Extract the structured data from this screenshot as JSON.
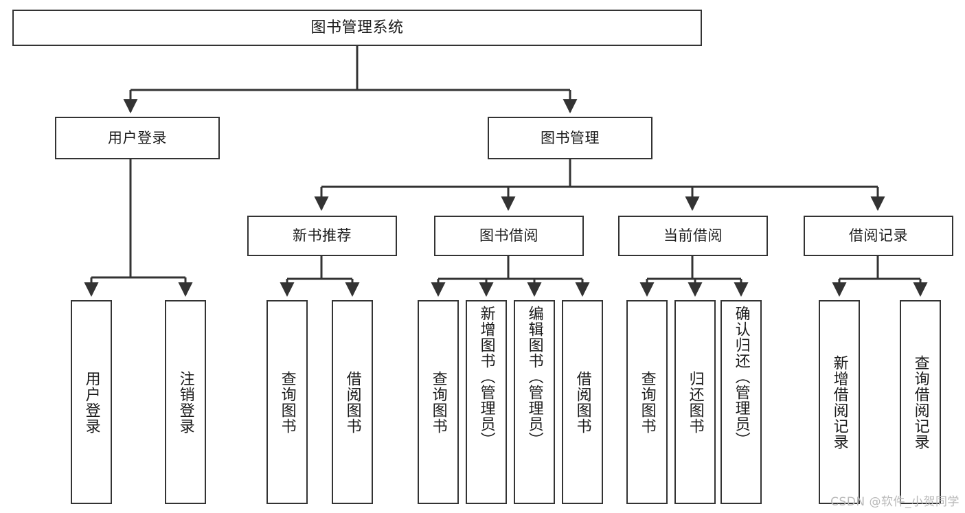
{
  "diagram": {
    "type": "tree-hierarchy",
    "title": "图书管理系统",
    "watermark": "CSDN @软件_小贺同学",
    "colors": {
      "box_border": "#333333",
      "box_fill": "#ffffff",
      "edge": "#333333",
      "text": "#1a1a1a",
      "watermark": "#b9b9b9"
    },
    "nodes": {
      "root": {
        "label": "图书管理系统"
      },
      "level2": [
        {
          "id": "user-login",
          "label": "用户登录"
        },
        {
          "id": "book-management",
          "label": "图书管理"
        }
      ],
      "level3": [
        {
          "id": "new-book-recommend",
          "label": "新书推荐"
        },
        {
          "id": "book-borrow",
          "label": "图书借阅"
        },
        {
          "id": "current-borrow",
          "label": "当前借阅"
        },
        {
          "id": "borrow-record",
          "label": "借阅记录"
        }
      ],
      "leaves": {
        "user_login": [
          {
            "id": "leaf-user-login",
            "label": "用户登录"
          },
          {
            "id": "leaf-logout-login",
            "label": "注销登录"
          }
        ],
        "new_book_recommend": [
          {
            "id": "leaf-query-book-1",
            "label": "查询图书"
          },
          {
            "id": "leaf-borrow-book-1",
            "label": "借阅图书"
          }
        ],
        "book_borrow": [
          {
            "id": "leaf-query-book-2",
            "label": "查询图书"
          },
          {
            "id": "leaf-add-book",
            "label": "新增图书（管理员）"
          },
          {
            "id": "leaf-edit-book",
            "label": "编辑图书（管理员）"
          },
          {
            "id": "leaf-borrow-book-2",
            "label": "借阅图书"
          }
        ],
        "current_borrow": [
          {
            "id": "leaf-query-book-3",
            "label": "查询图书"
          },
          {
            "id": "leaf-return-book",
            "label": "归还图书"
          },
          {
            "id": "leaf-confirm-return",
            "label": "确认归还（管理员）"
          }
        ],
        "borrow_record": [
          {
            "id": "leaf-add-record",
            "label": "新增借阅记录"
          },
          {
            "id": "leaf-query-record",
            "label": "查询借阅记录"
          }
        ]
      }
    }
  }
}
